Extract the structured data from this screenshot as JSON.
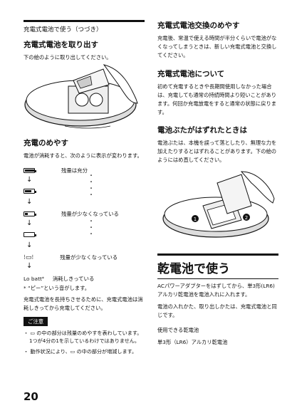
{
  "left": {
    "section_title": "充電式電池で使う（つづき）",
    "remove_heading": "充電式電池を取り出す",
    "remove_text": "下の絵のように取り出してください。",
    "meter_heading": "充電のめやす",
    "meter_text": "電池が消耗すると、次のように表示が変わります。",
    "meter_labels": [
      "残量は充分",
      "残量が少なくなっている",
      "残量が少なくなっている"
    ],
    "lobatt_label": "Lo batt",
    "lobatt_text": "消耗しきっている",
    "beep_text": "“ピー”という音がします。",
    "recharge_text": "充電式電池を長持ちさせるために、充電式電池は消耗しきってから充電してください。",
    "note_label": "ご注意",
    "note_items": [
      "・ ▭ の中の部分は残量のめやすを表わしています。1つが4分の1を示しているわけではありません。",
      "・ 動作状況により、▭ の中の部分が増減します。"
    ],
    "page_number": "20"
  },
  "right": {
    "replace_heading": "充電式電池交換のめやす",
    "replace_text": "充電後、常温で使える時間が半分くらいで電池がなくなってしまうときは、新しい充電式電池と交換してください。",
    "about_heading": "充電式電池について",
    "about_text": "初めて充電するときや長期間使用しなかった場合は、充電しても通常の持続時間より短いことがあります。何回か充電放電をすると通常の状態に戻ります。",
    "lid_heading": "電池ぶたがはずれたときは",
    "lid_text": "電池ぶたは、本機を誤って落としたり、無理な力を加えたりするとはずれることがあります。下の絵のようにはめ直してください。",
    "dry_title": "乾電池で使う",
    "dry_text1": "ACパワーアダプターをはずしてから、単3形(LR6)アルカリ乾電池を電池入れに入れます。",
    "dry_text2": "電池の入れかた、取り出しかたは、充電式電池と同じです。",
    "usable_heading": "使用できる乾電池",
    "usable_text": "単3形（LR6）アルカリ乾電池"
  }
}
